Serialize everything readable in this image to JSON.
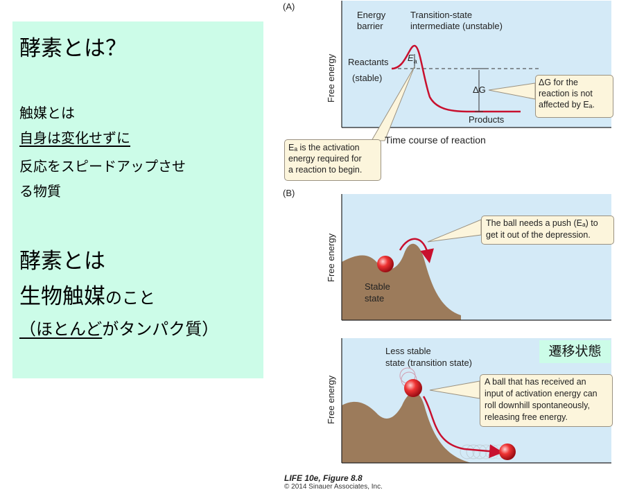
{
  "left": {
    "heading": "酵素とは？",
    "catalyst_line1": "触媒とは",
    "catalyst_line2": "自身は変化せずに",
    "catalyst_line3": "反応をスピードアップさせ",
    "catalyst_line4": "る物質",
    "enzyme_line1": "酵素とは",
    "enzyme_line2_big": "生物触媒",
    "enzyme_line2_small": "のこと",
    "enzyme_line3_underlined": "（ほとんど",
    "enzyme_line3_rest": "がタンパク質）"
  },
  "panel_a": {
    "tag": "(A)",
    "y_label": "Free energy",
    "x_label": "Time course of reaction",
    "energy_barrier": [
      "Energy",
      "barrier"
    ],
    "transition_state": [
      "Transition-state",
      "intermediate (unstable)"
    ],
    "reactants": "Reactants",
    "stable": "(stable)",
    "products": "Products",
    "ea_symbol": "E",
    "ea_sub": "a",
    "delta_g": "ΔG",
    "dg_callout": [
      "ΔG for the",
      "reaction is not",
      "affected by Eₐ."
    ],
    "ea_callout": [
      "Eₐ is the activation",
      "energy required for",
      "a reaction to begin."
    ]
  },
  "panel_b": {
    "tag": "(B)",
    "y_label_top": "Free energy",
    "y_label_bottom": "Free energy",
    "stable_state": [
      "Stable",
      "state"
    ],
    "push_callout": [
      "The ball needs a push (Eₐ) to",
      "get it out of the depression."
    ],
    "less_stable": [
      "Less stable",
      "state (transition state)"
    ],
    "roll_callout": [
      "A ball that has received an",
      "input of activation energy can",
      "roll downhill spontaneously,",
      "releasing free energy."
    ]
  },
  "badge": "遷移状態",
  "credit": {
    "figure": "LIFE 10e, Figure 8.8",
    "copyright": "© 2014 Sinauer Associates, Inc."
  },
  "colors": {
    "left_panel_bg": "#ccfce8",
    "plot_bg": "#d4eaf7",
    "curve": "#c8102e",
    "hill": "#9c7b5b",
    "callout_bg": "#fcf5dc"
  }
}
